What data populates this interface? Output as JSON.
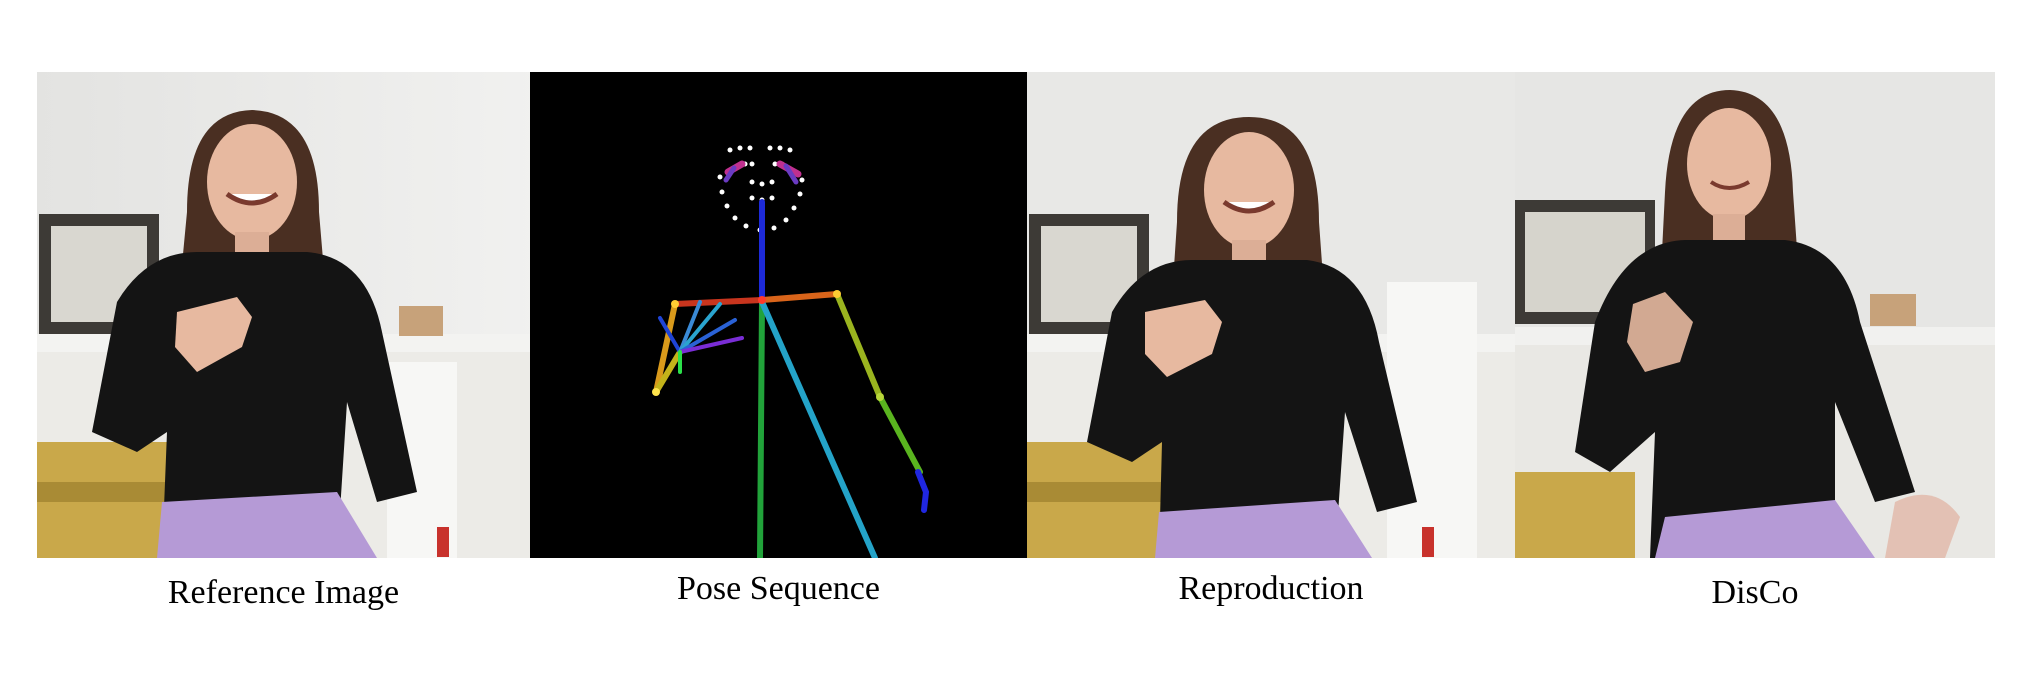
{
  "figure": {
    "panels": [
      {
        "id": "reference",
        "caption": "Reference Image"
      },
      {
        "id": "pose",
        "caption": "Pose Sequence"
      },
      {
        "id": "reproduction",
        "caption": "Reproduction"
      },
      {
        "id": "disco",
        "caption": "DisCo"
      }
    ]
  },
  "colors": {
    "wall": "#e9e9e7",
    "hoodie": "#141414",
    "skirt": "#b59ad6",
    "hair": "#4a2f22",
    "skin": "#e7b9a0",
    "mantel": "#f3f3f1",
    "frame": "#3d3a36",
    "brass": "#c9a84a",
    "pose_bg": "#000000"
  }
}
